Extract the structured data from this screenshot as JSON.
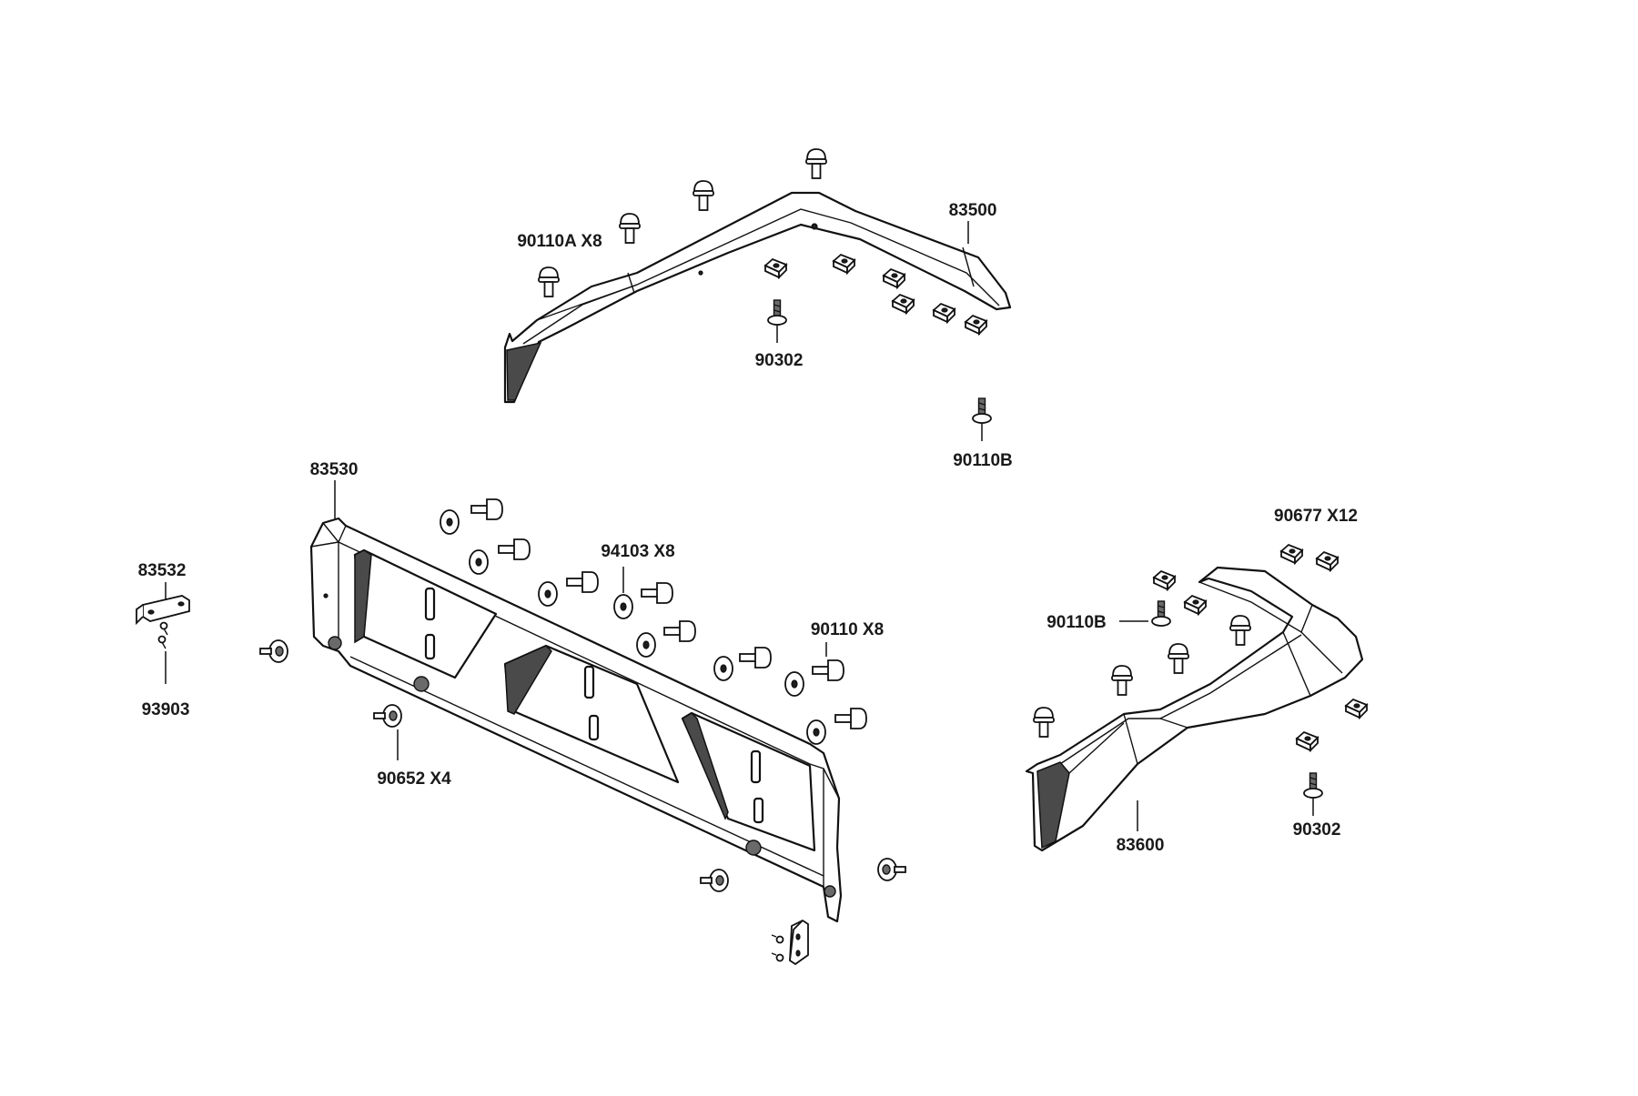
{
  "diagram": {
    "callouts": {
      "c83500": "83500",
      "c90110a": "90110A X8",
      "c90302_top": "90302",
      "c90110b_top": "90110B",
      "c83530": "83530",
      "c94103": "94103  X8",
      "c90110": "90110 X8",
      "c83532": "83532",
      "c93903": "93903",
      "c90652": "90652  X4",
      "c90677": "90677  X12",
      "c90110b_right": "90110B",
      "c83600": "83600",
      "c90302_right": "90302"
    }
  }
}
